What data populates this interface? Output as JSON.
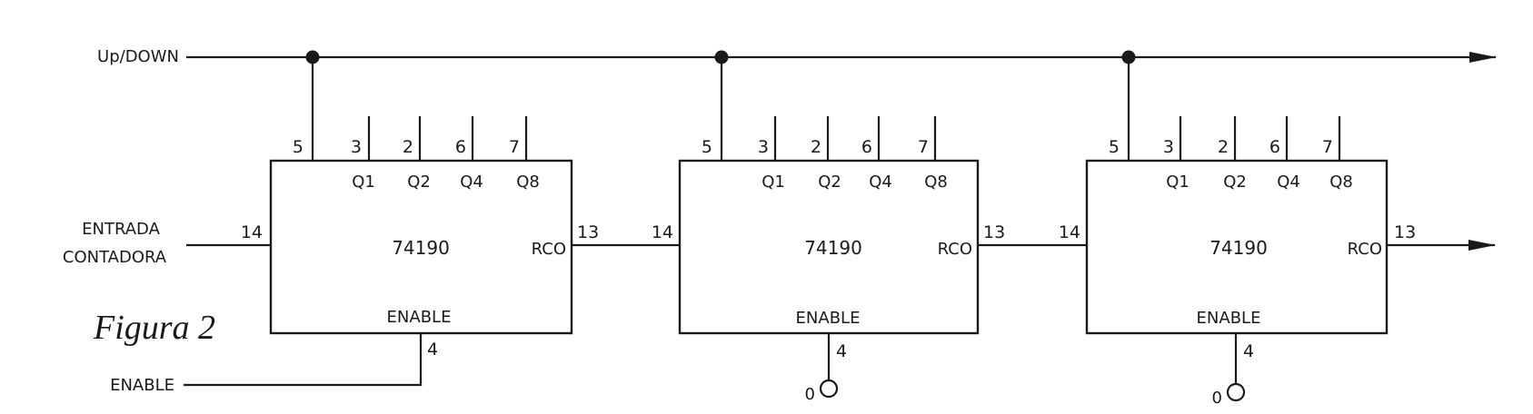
{
  "figure_caption": "Figura 2",
  "signals": {
    "up_down": "Up/DOWN",
    "entrada_line1": "ENTRADA",
    "entrada_line2": "CONTADORA",
    "enable": "ENABLE"
  },
  "counters": [
    {
      "part": "74190",
      "enable_label": "ENABLE",
      "rco_label": "RCO",
      "pin_updown": "5",
      "pin_clock": "14",
      "pin_rco": "13",
      "pin_enable": "4",
      "outputs": [
        {
          "label": "Q1",
          "pin": "3"
        },
        {
          "label": "Q2",
          "pin": "2"
        },
        {
          "label": "Q4",
          "pin": "6"
        },
        {
          "label": "Q8",
          "pin": "7"
        }
      ],
      "enable_tie": ""
    },
    {
      "part": "74190",
      "enable_label": "ENABLE",
      "rco_label": "RCO",
      "pin_updown": "5",
      "pin_clock": "14",
      "pin_rco": "13",
      "pin_enable": "4",
      "outputs": [
        {
          "label": "Q1",
          "pin": "3"
        },
        {
          "label": "Q2",
          "pin": "2"
        },
        {
          "label": "Q4",
          "pin": "6"
        },
        {
          "label": "Q8",
          "pin": "7"
        }
      ],
      "enable_tie": "0"
    },
    {
      "part": "74190",
      "enable_label": "ENABLE",
      "rco_label": "RCO",
      "pin_updown": "5",
      "pin_clock": "14",
      "pin_rco": "13",
      "pin_enable": "4",
      "outputs": [
        {
          "label": "Q1",
          "pin": "3"
        },
        {
          "label": "Q2",
          "pin": "2"
        },
        {
          "label": "Q4",
          "pin": "6"
        },
        {
          "label": "Q8",
          "pin": "7"
        }
      ],
      "enable_tie": "0"
    }
  ]
}
